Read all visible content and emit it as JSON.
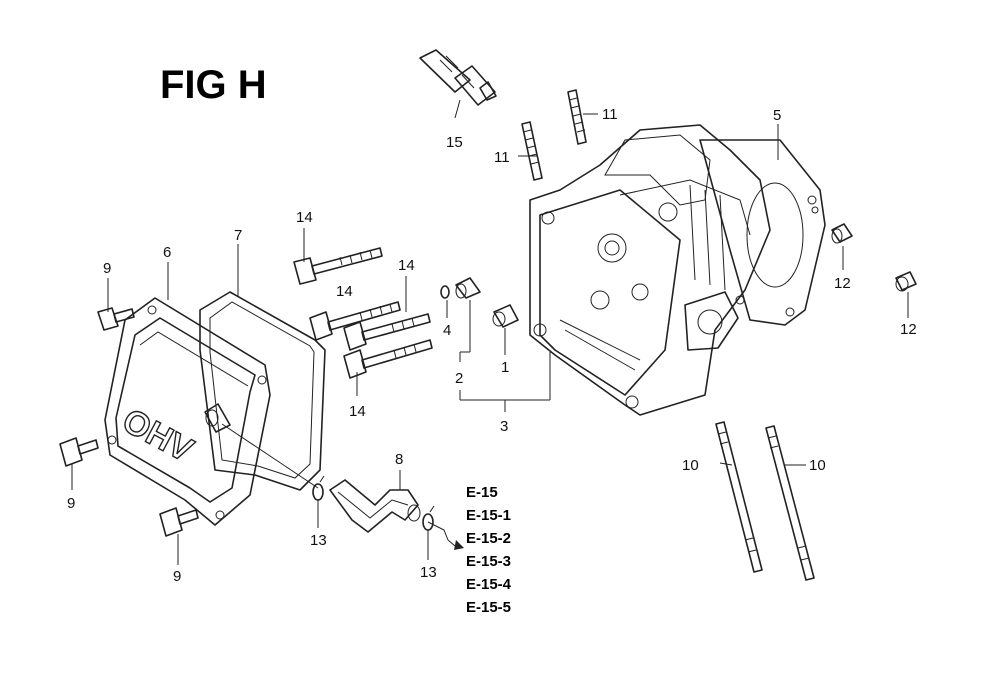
{
  "figure": {
    "title": "FIG H"
  },
  "cover_stamp": "OHV",
  "callouts": {
    "c1": "1",
    "c2": "2",
    "c3": "3",
    "c4": "4",
    "c5": "5",
    "c6": "6",
    "c7": "7",
    "c8": "8",
    "c9a": "9",
    "c9b": "9",
    "c9c": "9",
    "c10a": "10",
    "c10b": "10",
    "c11a": "11",
    "c11b": "11",
    "c12a": "12",
    "c12b": "12",
    "c13a": "13",
    "c13b": "13",
    "c14a": "14",
    "c14b": "14",
    "c14c": "14",
    "c14d": "14",
    "c15": "15"
  },
  "references": [
    "E-15",
    "E-15-1",
    "E-15-2",
    "E-15-3",
    "E-15-4",
    "E-15-5"
  ]
}
